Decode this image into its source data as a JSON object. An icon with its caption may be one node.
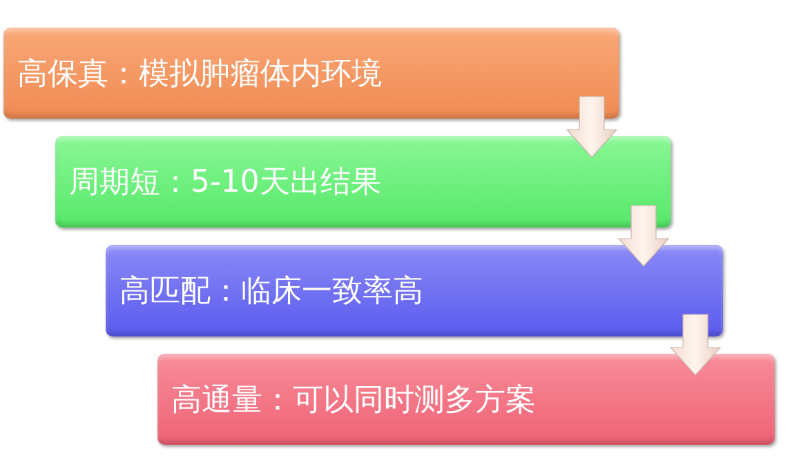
{
  "diagram": {
    "nodes": [
      {
        "text": [
          "高保真：模拟肿瘤体内环境"
        ]
      },
      {
        "text": [
          "周期短：5-10天出结果"
        ]
      },
      {
        "text": [
          "高匹配：临床一致率高"
        ]
      },
      {
        "text": [
          "高通量：可以同时测多方案"
        ]
      }
    ],
    "edges": [
      {
        "from": 0,
        "to": 1,
        "arrow": "to"
      },
      {
        "from": 1,
        "to": 2,
        "arrow": "to"
      },
      {
        "from": 2,
        "to": 3,
        "arrow": "to"
      }
    ]
  }
}
